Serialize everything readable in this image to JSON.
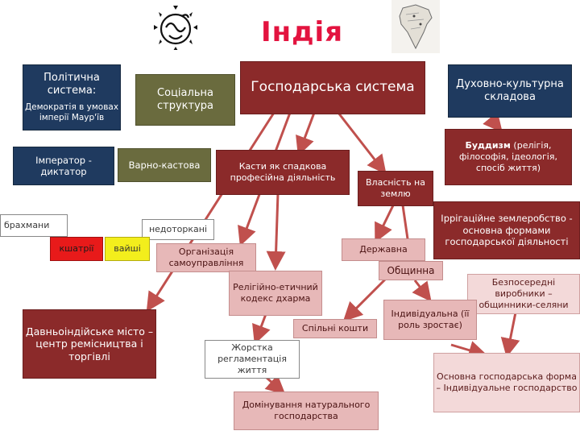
{
  "title": "Індія",
  "images": {
    "left": "om-symbol",
    "right": "map-of-india"
  },
  "boxes": {
    "political": {
      "heading": "Політична система:",
      "subtitle": "Демократія в умовах імперії Маур'їв"
    },
    "social": "Соціальна структура",
    "economic": "Господарська система",
    "spiritual": "Духовно-культурна складова",
    "emperor": "Імператор - диктатор",
    "varna": "Варно-кастова",
    "castes": "Касти як спадкова професійна діяльність",
    "property": "Власність на землю",
    "buddhism": {
      "bold": "Буддизм",
      "rest": "(релігія, філософія, ідеологія, спосіб життя)"
    },
    "irrigation": "Іррігаційне землеробство - основна формами господарської діяльності",
    "brahmins": "брахмани",
    "untouchables": "недоторкані",
    "kshatriya": "кшатрії",
    "vaishya": "вайші",
    "self_government": "Організація самоуправління",
    "state": "Державна",
    "community": "Общинна",
    "religious_code": "Релігійно-етичний кодекс дхарма",
    "direct_producers": "Безпосередні виробники – общинники-селяни",
    "individual": "Індивідуальна (її роль зростає)",
    "ancient_city": "Давньоіндійське місто – центр ремісництва і торгівлі",
    "common_money": "Спільні кошти",
    "strict_regulation": "Жорстка регламентація життя",
    "main_form": "Основна господарська форма – Індивідуальне господарство",
    "natural_economy": "Домінування натурального господарства"
  },
  "colors": {
    "title": "#e3133f",
    "navy": "#1f3a5f",
    "olive": "#6a6b3e",
    "maroon": "#8b2a2a",
    "pink": "#e7b8b8",
    "arrow": "#c0504d"
  }
}
